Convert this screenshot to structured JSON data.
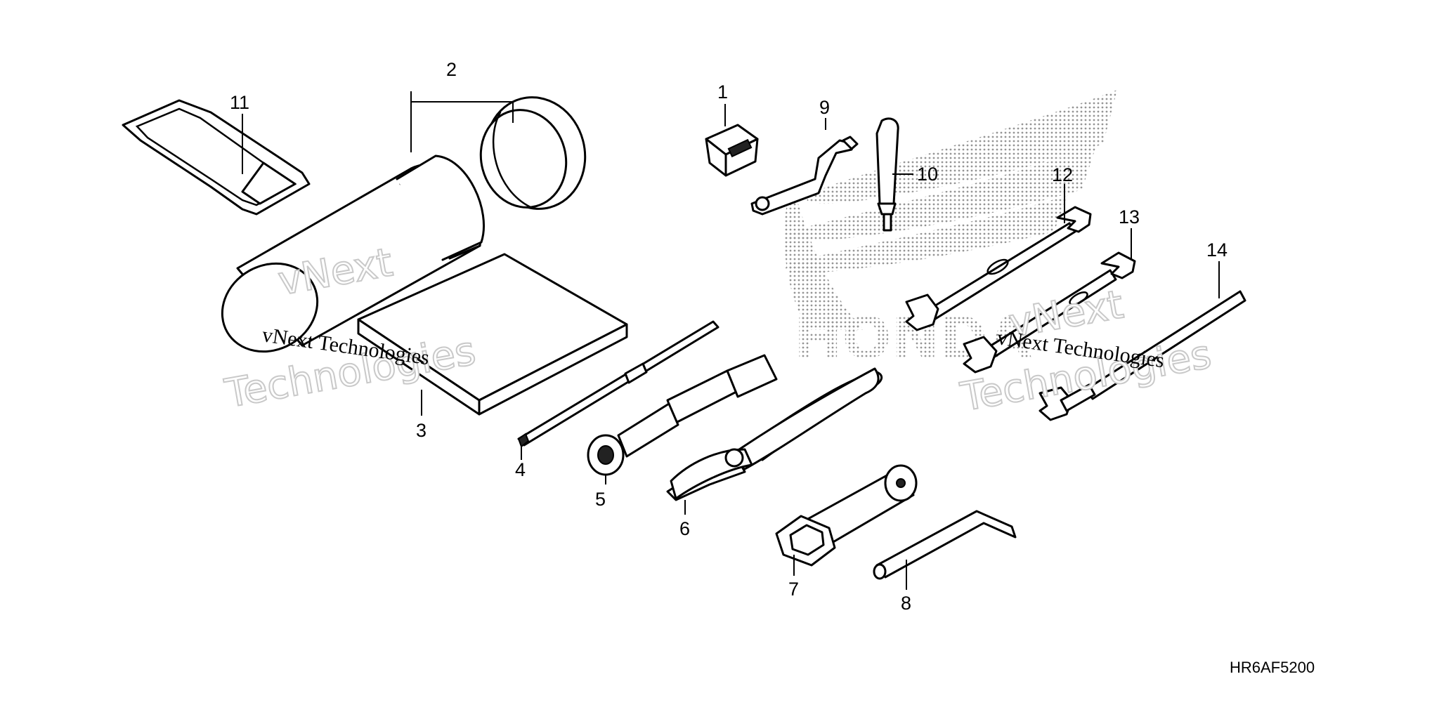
{
  "callouts": [
    "1",
    "2",
    "3",
    "4",
    "5",
    "6",
    "7",
    "8",
    "9",
    "10",
    "11",
    "12",
    "13",
    "14"
  ],
  "diagram_code": "HR6AF5200",
  "watermark": {
    "line_a": "vNext Technologies",
    "big_a": "vNext",
    "big_b": "Technologies",
    "logo_text": "HONDA"
  }
}
